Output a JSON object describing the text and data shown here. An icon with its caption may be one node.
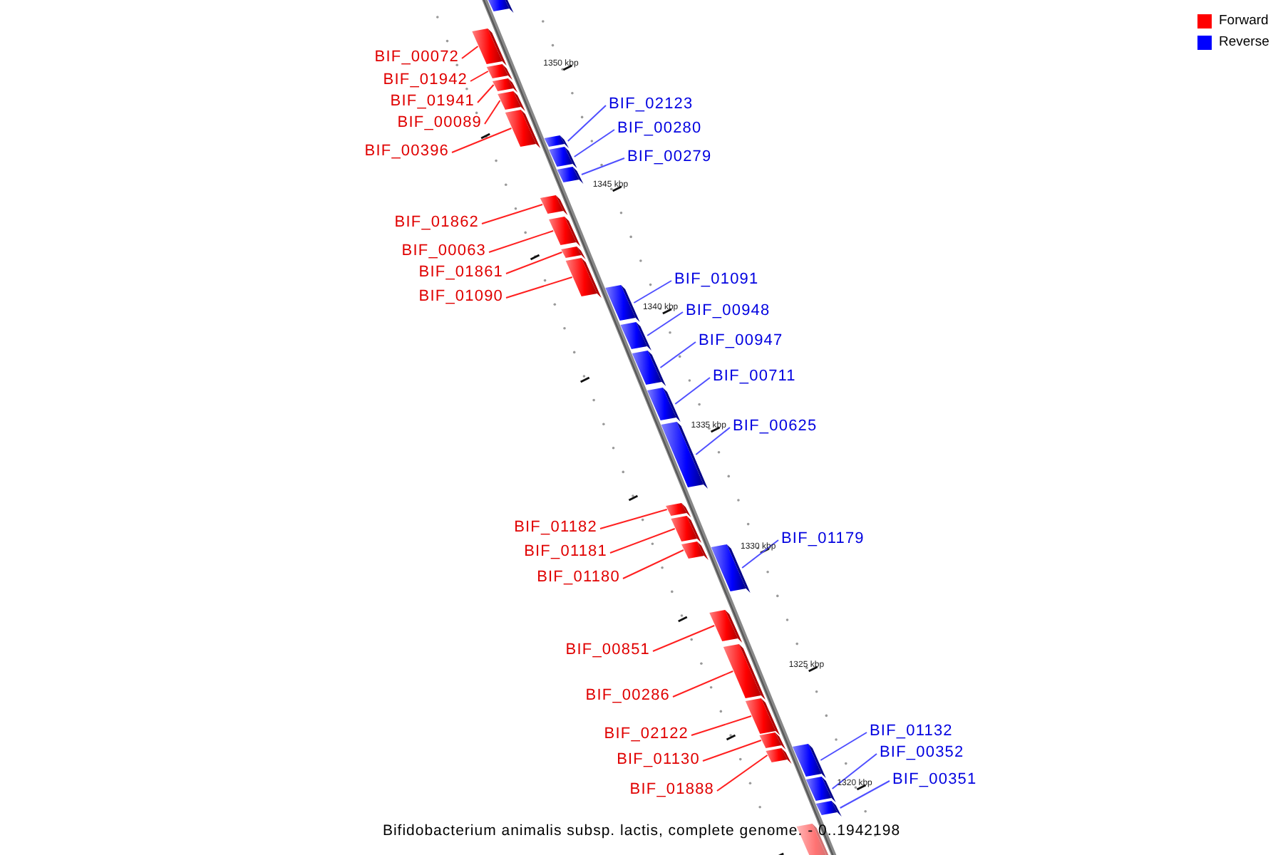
{
  "diagram": {
    "caption": "Bifidobacterium animalis subsp. lactis, complete genome. - 0..1942198",
    "nodes": [
      {
        "text": [],
        "shape": "bar"
      },
      {
        "text": [
          "BIF_00072"
        ]
      },
      {
        "text": [],
        "shape": "bar"
      },
      {
        "text": [
          "BIF_01942"
        ]
      },
      {
        "text": [],
        "shape": "bar"
      },
      {
        "text": [
          "BIF_01941"
        ]
      },
      {
        "text": [],
        "shape": "bar"
      },
      {
        "text": [
          "BIF_02123"
        ]
      },
      {
        "text": [],
        "shape": "bar"
      },
      {
        "text": [
          "BIF_00089"
        ]
      },
      {
        "text": [],
        "shape": "bar"
      },
      {
        "text": [
          "BIF_00280"
        ]
      },
      {
        "text": [],
        "shape": "bar"
      },
      {
        "text": [
          "BIF_00396"
        ]
      },
      {
        "text": [],
        "shape": "bar"
      },
      {
        "text": [
          "BIF_00279"
        ]
      },
      {
        "text": [],
        "shape": "bar"
      },
      {
        "text": [
          "BIF_01862"
        ]
      },
      {
        "text": [],
        "shape": "bar"
      },
      {
        "text": [
          "BIF_00063"
        ]
      },
      {
        "text": [],
        "shape": "bar"
      },
      {
        "text": [
          "BIF_01861"
        ]
      },
      {
        "text": [],
        "shape": "bar"
      },
      {
        "text": [
          "BIF_01091"
        ]
      },
      {
        "text": [],
        "shape": "bar"
      },
      {
        "text": [
          "BIF_01090"
        ]
      },
      {
        "text": [],
        "shape": "bar"
      },
      {
        "text": [
          "BIF_00948"
        ]
      },
      {
        "text": [],
        "shape": "bar"
      },
      {
        "text": [
          "BIF_00947"
        ]
      },
      {
        "text": [],
        "shape": "bar"
      },
      {
        "text": [
          "BIF_00711"
        ]
      },
      {
        "text": [],
        "shape": "bar"
      },
      {
        "text": [
          "BIF_00625"
        ]
      },
      {
        "text": [],
        "shape": "bar"
      },
      {
        "text": [
          "BIF_01182"
        ]
      },
      {
        "text": [],
        "shape": "bar"
      },
      {
        "text": [
          "BIF_01179"
        ]
      },
      {
        "text": [],
        "shape": "bar"
      },
      {
        "text": [
          "BIF_01181"
        ]
      },
      {
        "text": [],
        "shape": "bar"
      },
      {
        "text": [
          "BIF_01180"
        ]
      },
      {
        "text": [],
        "shape": "bar"
      },
      {
        "text": [
          "BIF_00851"
        ]
      },
      {
        "text": [],
        "shape": "bar"
      },
      {
        "text": [
          "BIF_00286"
        ]
      },
      {
        "text": [],
        "shape": "bar"
      },
      {
        "text": [
          "BIF_01132"
        ]
      },
      {
        "text": [],
        "shape": "bar"
      },
      {
        "text": [
          "BIF_02122"
        ]
      },
      {
        "text": [],
        "shape": "bar"
      },
      {
        "text": [
          "BIF_00352"
        ]
      },
      {
        "text": [],
        "shape": "bar"
      },
      {
        "text": [
          "BIF_01130"
        ]
      },
      {
        "text": [],
        "shape": "bar"
      },
      {
        "text": [
          "BIF_00351"
        ]
      },
      {
        "text": [],
        "shape": "bar"
      },
      {
        "text": [
          "BIF_01888"
        ]
      },
      {
        "text": [],
        "shape": "bar"
      },
      {
        "text": [],
        "shape": "bar"
      }
    ],
    "edges": [
      {
        "from": 1,
        "to": 2,
        "arrow": "none"
      },
      {
        "from": 3,
        "to": 4,
        "arrow": "none"
      },
      {
        "from": 5,
        "to": 6,
        "arrow": "none"
      },
      {
        "from": 7,
        "to": 8,
        "arrow": "none",
        "color": "#4f4fff"
      },
      {
        "from": 9,
        "to": 10,
        "arrow": "none"
      },
      {
        "from": 11,
        "to": 12,
        "arrow": "none",
        "color": "#4f4fff"
      },
      {
        "from": 13,
        "to": 14,
        "arrow": "none"
      },
      {
        "from": 15,
        "to": 16,
        "arrow": "none",
        "color": "#4f4fff"
      },
      {
        "from": 17,
        "to": 18,
        "arrow": "none"
      },
      {
        "from": 19,
        "to": 20,
        "arrow": "none"
      },
      {
        "from": 21,
        "to": 22,
        "arrow": "none"
      },
      {
        "from": 23,
        "to": 24,
        "arrow": "none",
        "color": "#4f4fff"
      },
      {
        "from": 25,
        "to": 26,
        "arrow": "none"
      },
      {
        "from": 27,
        "to": 28,
        "arrow": "none",
        "color": "#4f4fff"
      },
      {
        "from": 29,
        "to": 30,
        "arrow": "none",
        "color": "#4f4fff"
      },
      {
        "from": 31,
        "to": 32,
        "arrow": "none",
        "color": "#4f4fff"
      },
      {
        "from": 33,
        "to": 34,
        "arrow": "none",
        "color": "#4f4fff"
      },
      {
        "from": 35,
        "to": 36,
        "arrow": "none"
      },
      {
        "from": 37,
        "to": 38,
        "arrow": "none",
        "color": "#4f4fff"
      },
      {
        "from": 39,
        "to": 40,
        "arrow": "none"
      },
      {
        "from": 41,
        "to": 42,
        "arrow": "none"
      },
      {
        "from": 43,
        "to": 44,
        "arrow": "none"
      },
      {
        "from": 45,
        "to": 46,
        "arrow": "none"
      },
      {
        "from": 47,
        "to": 48,
        "arrow": "none",
        "color": "#4f4fff"
      },
      {
        "from": 49,
        "to": 50,
        "arrow": "none"
      },
      {
        "from": 51,
        "to": 52,
        "arrow": "none",
        "color": "#4f4fff"
      },
      {
        "from": 53,
        "to": 54,
        "arrow": "none"
      },
      {
        "from": 55,
        "to": 56,
        "arrow": "none",
        "color": "#4f4fff"
      },
      {
        "from": 57,
        "to": 58,
        "arrow": "none"
      }
    ],
    "labels": [
      "1350 kbp",
      "1345 kbp",
      "1340 kbp",
      "1335 kbp",
      "1330 kbp",
      "1325 kbp",
      "1320 kbp"
    ],
    "legend": [
      {
        "text": "Forward",
        "color": "#ff0000"
      },
      {
        "text": "Reverse",
        "color": "#0000ff"
      }
    ]
  }
}
